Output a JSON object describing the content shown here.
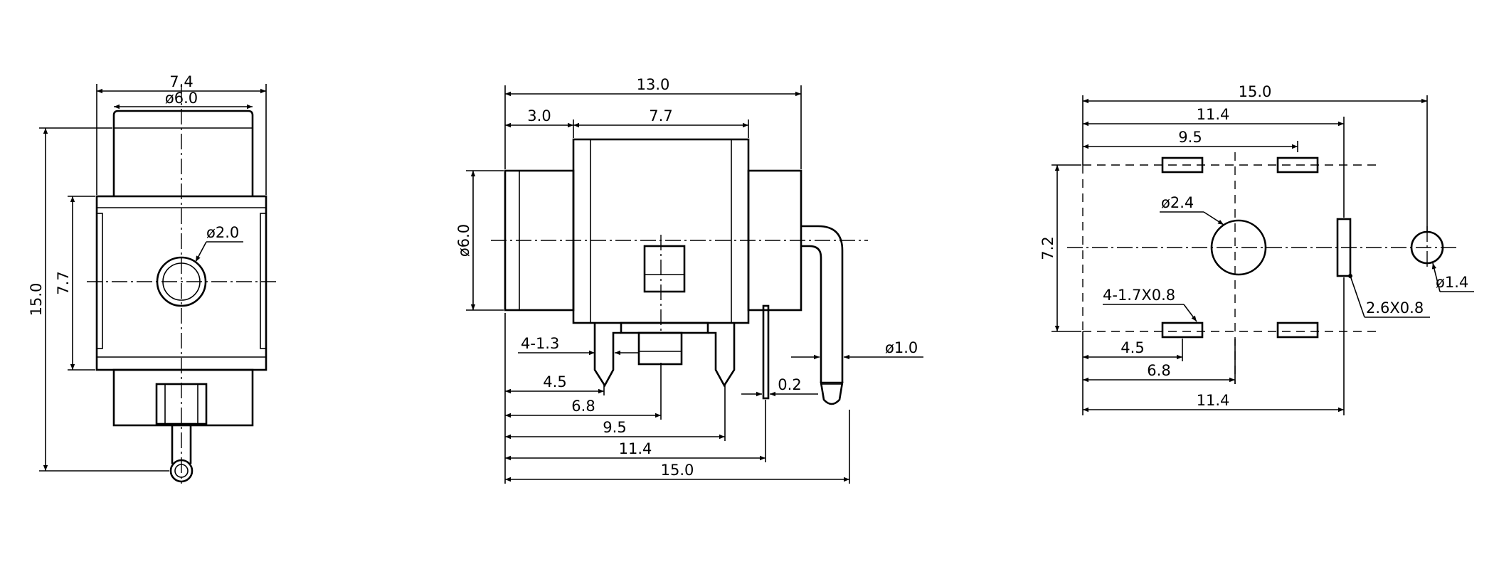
{
  "front_view": {
    "overall_width": "7.4",
    "barrel_diameter": "ø6.0",
    "hole_diameter": "ø2.0",
    "body_height": "7.7",
    "overall_height": "15.0"
  },
  "side_view": {
    "overall_length": "13.0",
    "front_length": "3.0",
    "body_length": "7.7",
    "barrel_diameter": "ø6.0",
    "pin_width": "4-1.3",
    "pin_diameter": "ø1.0",
    "thickness": "0.2",
    "dim_4_5": "4.5",
    "dim_6_8": "6.8",
    "dim_9_5": "9.5",
    "dim_11_4": "11.4",
    "dim_15_0": "15.0"
  },
  "footprint": {
    "overall_length": "15.0",
    "dim_11_4_top": "11.4",
    "dim_9_5": "9.5",
    "height": "7.2",
    "hole_diameter": "ø2.4",
    "pad_size": "4-1.7X0.8",
    "slot_size": "2.6X0.8",
    "pin_hole_diameter": "ø1.4",
    "dim_4_5": "4.5",
    "dim_6_8": "6.8",
    "dim_11_4_bottom": "11.4"
  }
}
